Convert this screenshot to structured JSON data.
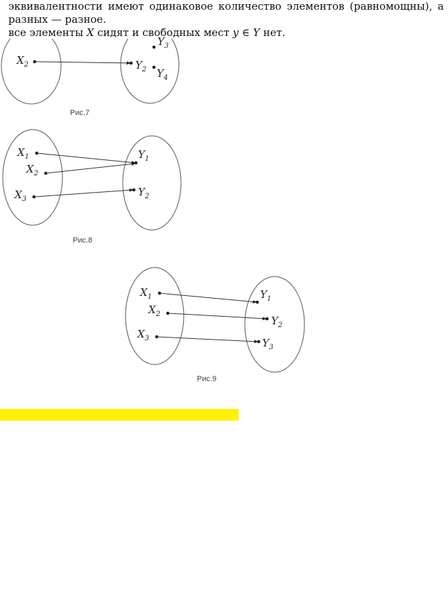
{
  "text": {
    "line1": "эквивалентности имеют одинаковое количество элементов (равномощны), а",
    "line2": "разных — разное.",
    "line3_prefix": "все элементы",
    "line3_x": "X",
    "line3_middle": "сидят и свободных мест",
    "line3_y": "y",
    "line3_in": "∈",
    "line3_Y": "Y",
    "line3_suffix": "нет."
  },
  "fig7": {
    "caption": "Рис.7",
    "x2": {
      "base": "X",
      "sub": "2"
    },
    "y2": {
      "base": "Y",
      "sub": "2"
    },
    "y3": {
      "base": "Y",
      "sub": "3"
    },
    "y4": {
      "base": "Y",
      "sub": "4"
    }
  },
  "fig8": {
    "caption": "Рис.8",
    "x1": {
      "base": "X",
      "sub": "1"
    },
    "x2": {
      "base": "X",
      "sub": "2"
    },
    "x3": {
      "base": "X",
      "sub": "3"
    },
    "y1": {
      "base": "Y",
      "sub": "1"
    },
    "y2": {
      "base": "Y",
      "sub": "2"
    }
  },
  "fig9": {
    "caption": "Рис.9",
    "x1": {
      "base": "X",
      "sub": "1"
    },
    "x2": {
      "base": "X",
      "sub": "2"
    },
    "x3": {
      "base": "X",
      "sub": "3"
    },
    "y1": {
      "base": "Y",
      "sub": "1"
    },
    "y2": {
      "base": "Y",
      "sub": "2"
    },
    "y3": {
      "base": "Y",
      "sub": "3"
    }
  },
  "colors": {
    "stroke": "#555555",
    "highlight": "#fff200"
  }
}
